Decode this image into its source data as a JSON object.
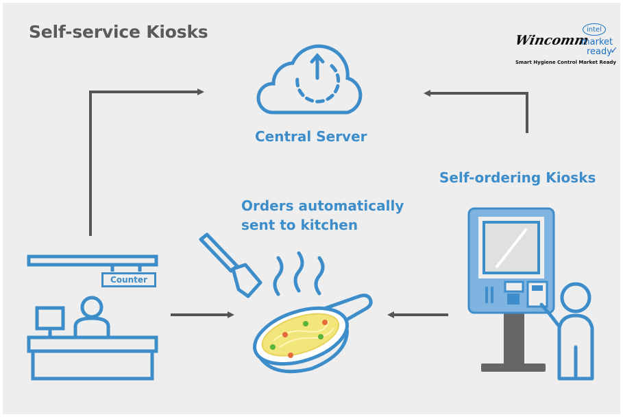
{
  "title": "Self-service Kiosks",
  "logo": {
    "brand": "Wincomm",
    "intel": "intel",
    "market": "market",
    "ready": "ready",
    "check": "✓",
    "tagline": "Smart Hygiene Control Market Ready"
  },
  "labels": {
    "central_server": "Central Server",
    "self_ordering_kiosks": "Self-ordering Kiosks",
    "orders_line1": "Orders automatically",
    "orders_line2": "sent to kitchen",
    "counter": "Counter"
  },
  "colors": {
    "background": "#eeeeee",
    "accent": "#3c8dca",
    "arrow": "#555555",
    "title": "#5a5a5a"
  },
  "icons": [
    "cloud-upload-icon",
    "counter-staff-icon",
    "spatula-icon",
    "frying-pan-icon",
    "kiosk-icon",
    "customer-icon"
  ]
}
